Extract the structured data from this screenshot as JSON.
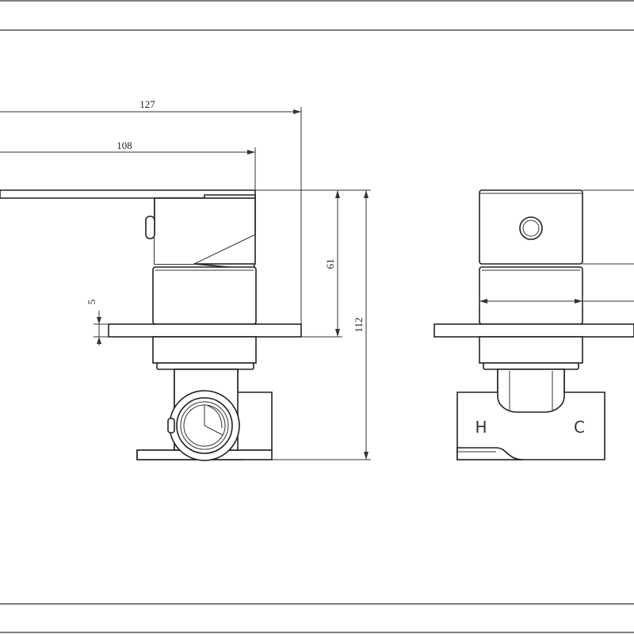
{
  "dimensions": {
    "overall_length": "127",
    "lever_length": "108",
    "handle_height": "61",
    "plate_thickness": "5",
    "overall_height": "112"
  },
  "port_labels": {
    "hot": "H",
    "cold": "C"
  }
}
